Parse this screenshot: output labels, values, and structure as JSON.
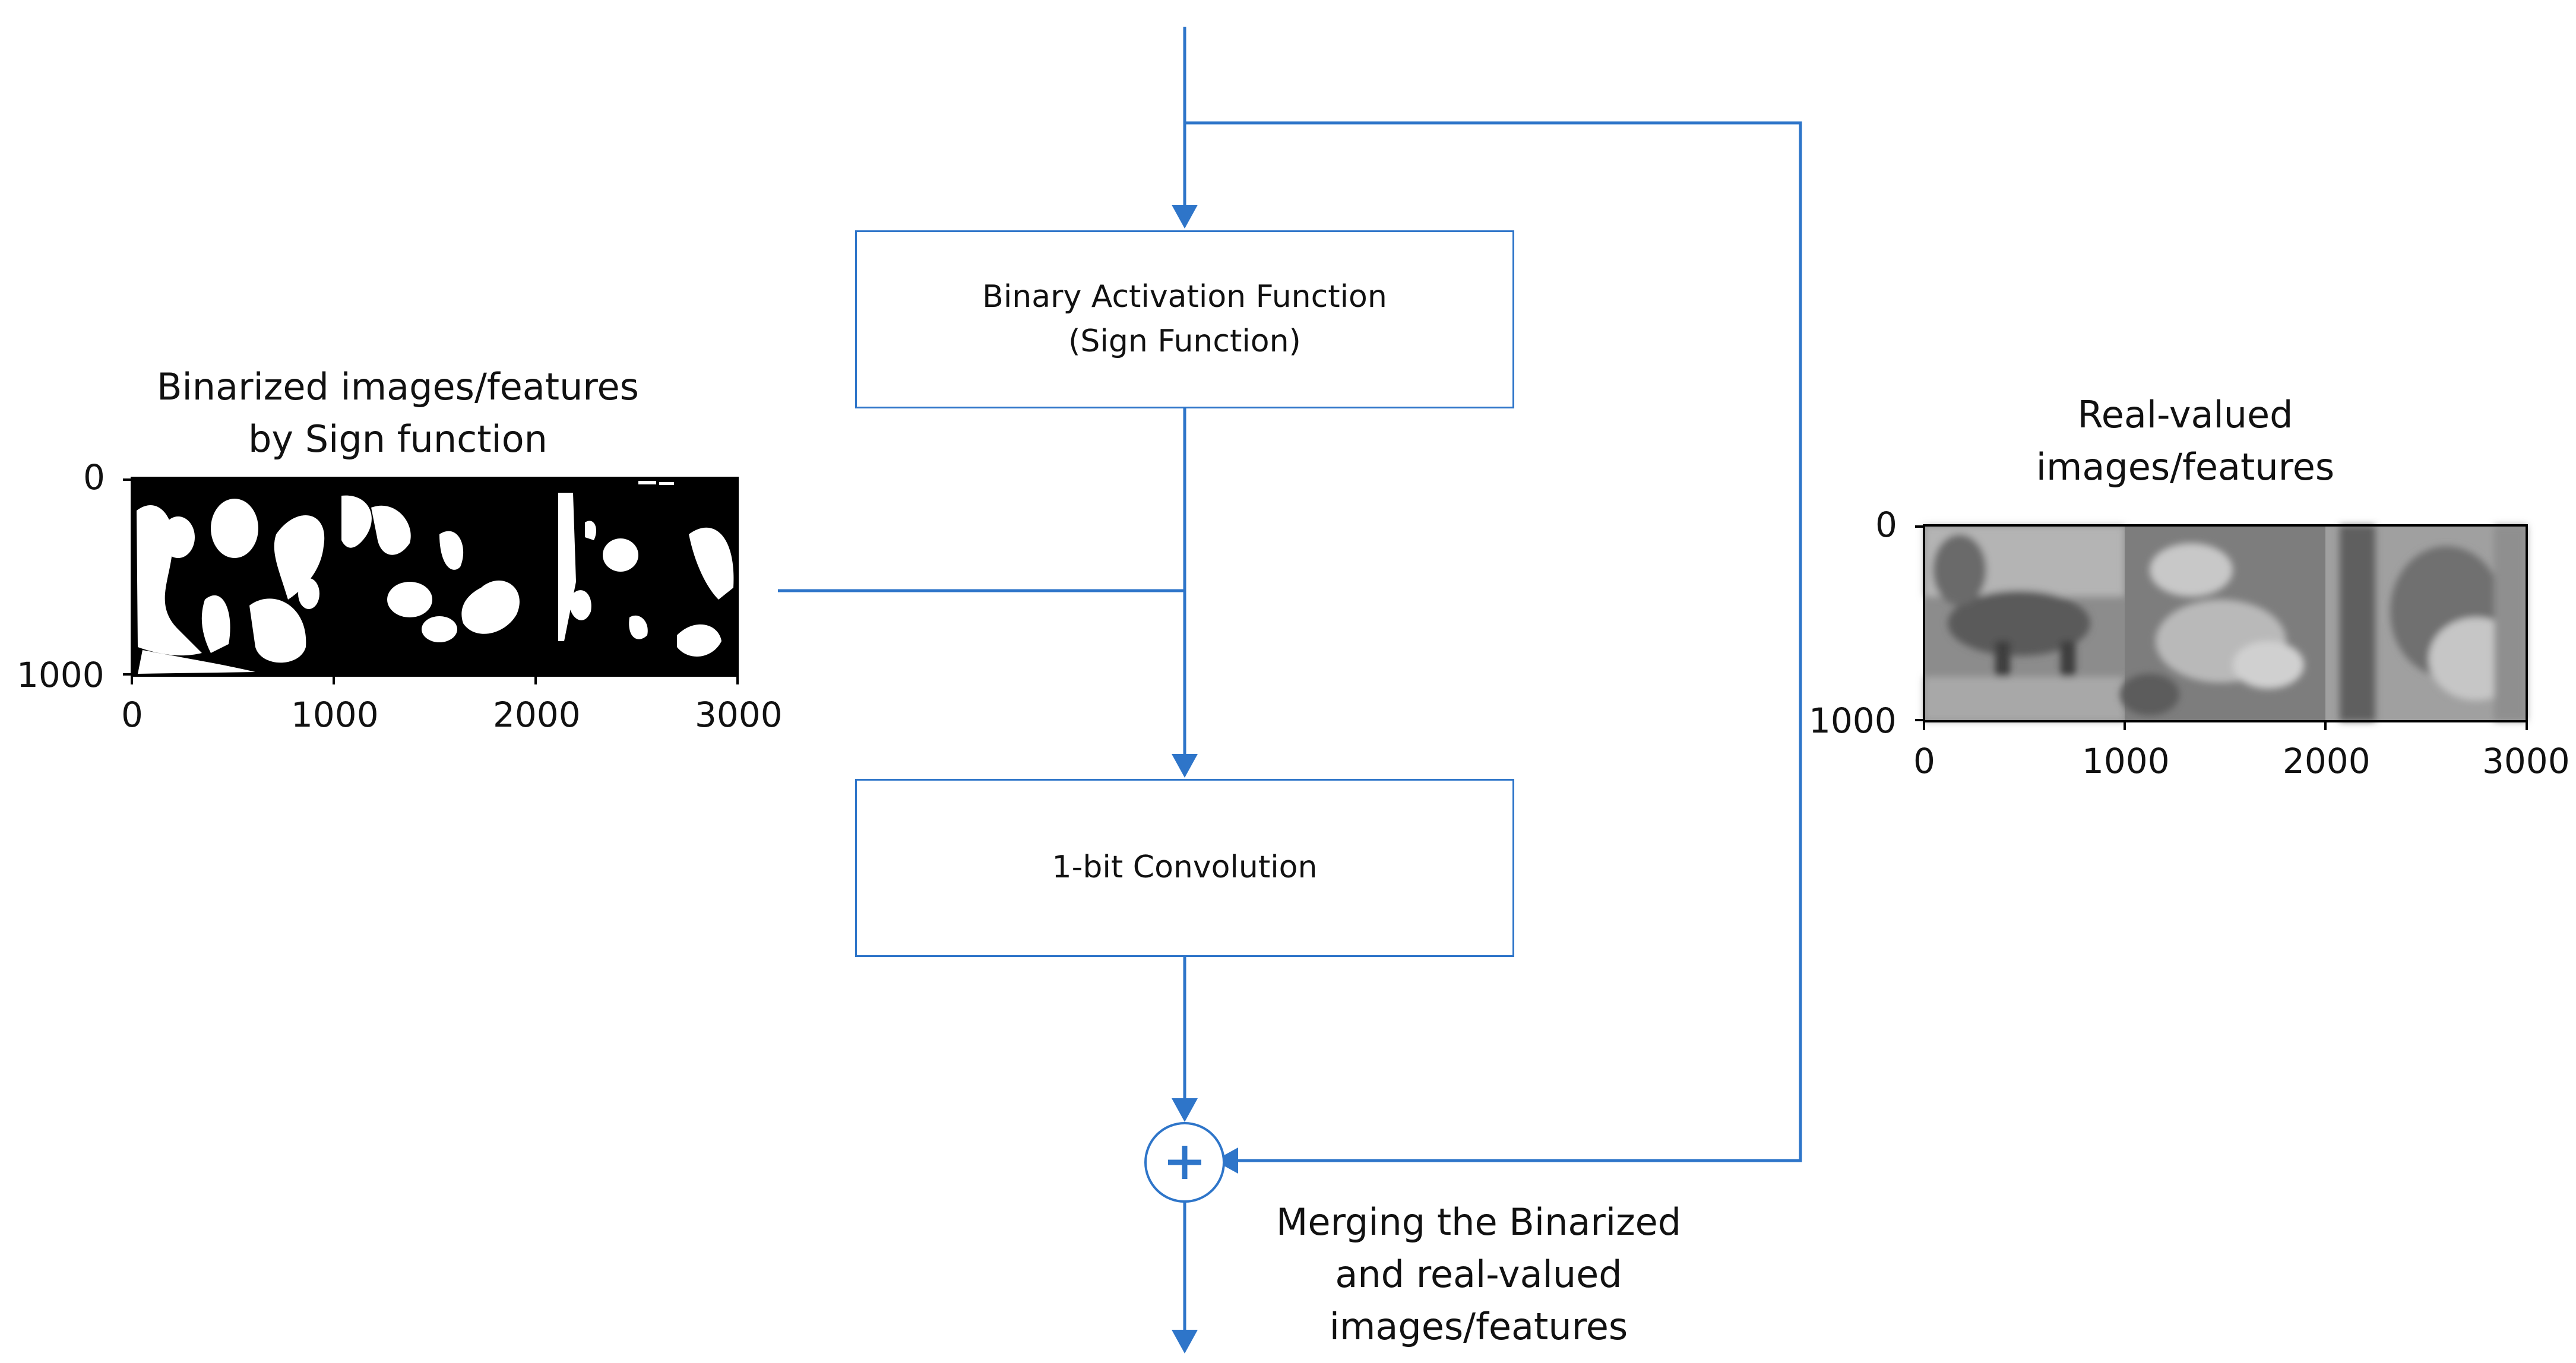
{
  "nodes": {
    "activation": {
      "line1": "Binary Activation Function",
      "line2": "(Sign Function)"
    },
    "convolution": {
      "label": "1-bit Convolution"
    },
    "merge": {
      "symbol": "+"
    }
  },
  "annotations": {
    "binarized_line1": "Binarized images/features",
    "binarized_line2": "by Sign function",
    "realvalued_line1": "Real-valued",
    "realvalued_line2": "images/features",
    "merging_line1": "Merging the Binarized",
    "merging_line2": "and real-valued",
    "merging_line3": "images/features"
  },
  "plots": {
    "binarized": {
      "x_ticks": [
        "0",
        "1000",
        "2000",
        "3000"
      ],
      "y_ticks": [
        "0",
        "1000"
      ]
    },
    "realvalued": {
      "x_ticks": [
        "0",
        "1000",
        "2000",
        "3000"
      ],
      "y_ticks": [
        "0",
        "1000"
      ]
    }
  },
  "colors": {
    "flow": "#2e75c9"
  }
}
